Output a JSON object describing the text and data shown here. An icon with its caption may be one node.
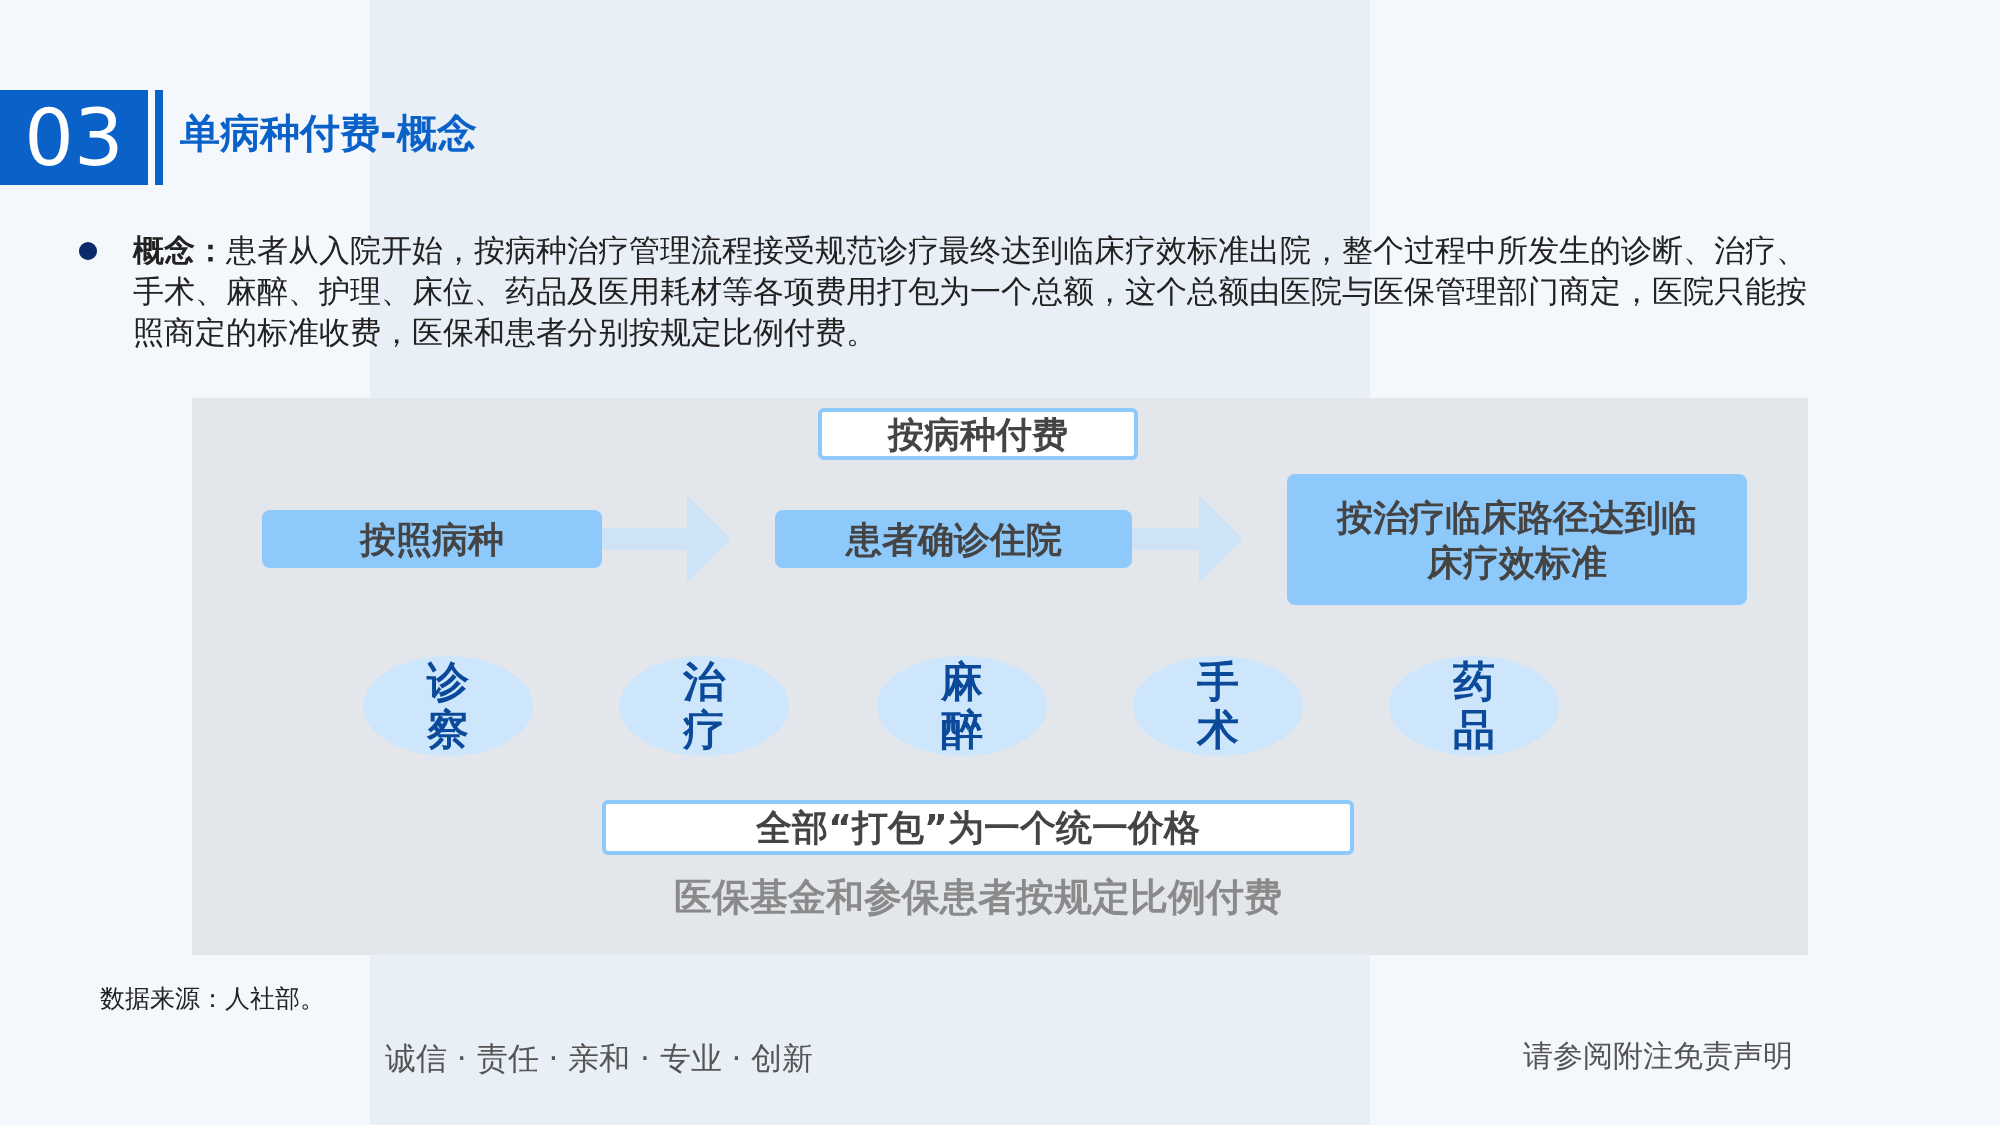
{
  "diagram": {
    "title": "单病种付费-概念",
    "nodes": [
      {
        "text": [
          "按病种付费"
        ]
      },
      {
        "text": [
          "按照病种"
        ]
      },
      {
        "text": [
          "患者确诊住院"
        ]
      },
      {
        "text": [
          "按治疗临床路径达到临床疗效标准"
        ]
      },
      {
        "text": [
          "诊察"
        ]
      },
      {
        "text": [
          "治疗"
        ]
      },
      {
        "text": [
          "麻醉"
        ]
      },
      {
        "text": [
          "手术"
        ]
      },
      {
        "text": [
          "药品"
        ]
      },
      {
        "text": [
          "全部“打包”为一个统一价格"
        ]
      }
    ],
    "edges": [
      {
        "from": 1,
        "to": 2,
        "arrow": "to"
      },
      {
        "from": 2,
        "to": 3,
        "arrow": "to"
      }
    ],
    "labels": [
      "03",
      "**概念：**患者从入院开始，按病种治疗管理流程接受规范诊疗最终达到临床疗效标准出院，整个过程中所发生的诊断、治疗、手术、麻醉、护理、床位、药品及医用耗材等各项费用打包为一个总额，这个总额由医院与医保管理部门商定，医院只能按照商定的标准收费，医保和患者分别按规定比例付费。",
      "医保基金和参保患者按规定比例付费",
      "数据来源：人社部。",
      "诚信 · 责任 · 亲和 · 专业 · 创新",
      "请参阅附注免责声明"
    ]
  }
}
